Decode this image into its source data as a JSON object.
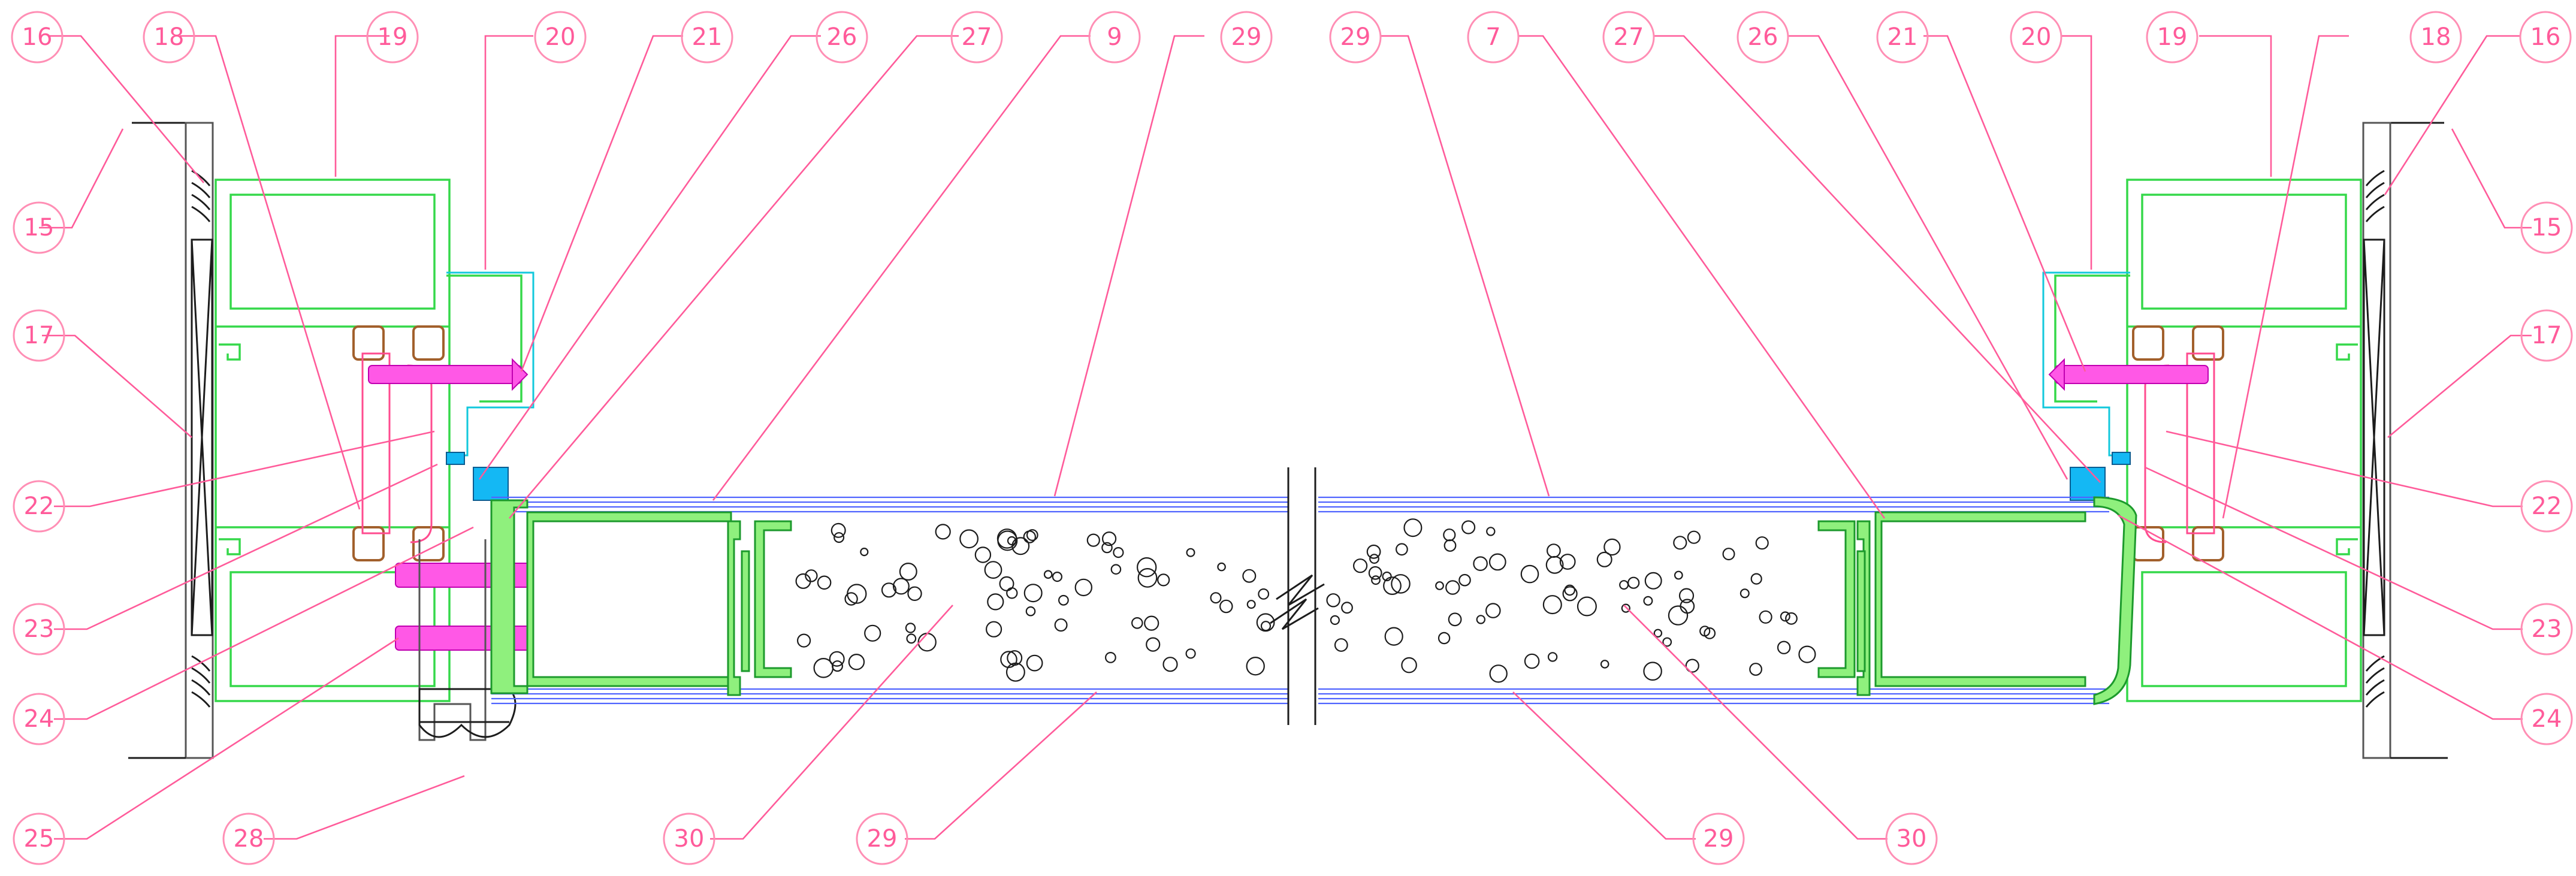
{
  "drawing": {
    "colors": {
      "callout": "#ff5b9a",
      "frame_profile": "#35d84a",
      "door_leaf_edge": "#8ff07d",
      "panel_skin": "#4f63ff",
      "seal": "#12c8dc",
      "screw": "#ff58e6",
      "wall": "#1c1c1c"
    },
    "callouts": [
      {
        "id": "c16l",
        "label": "16"
      },
      {
        "id": "c18l",
        "label": "18"
      },
      {
        "id": "c19l",
        "label": "19"
      },
      {
        "id": "c20l",
        "label": "20"
      },
      {
        "id": "c21l",
        "label": "21"
      },
      {
        "id": "c26l",
        "label": "26"
      },
      {
        "id": "c27l",
        "label": "27"
      },
      {
        "id": "c9",
        "label": "9"
      },
      {
        "id": "c29a",
        "label": "29"
      },
      {
        "id": "c29b",
        "label": "29"
      },
      {
        "id": "c7",
        "label": "7"
      },
      {
        "id": "c27r",
        "label": "27"
      },
      {
        "id": "c26r",
        "label": "26"
      },
      {
        "id": "c21r",
        "label": "21"
      },
      {
        "id": "c20r",
        "label": "20"
      },
      {
        "id": "c19r",
        "label": "19"
      },
      {
        "id": "c18r",
        "label": "18"
      },
      {
        "id": "c16r",
        "label": "16"
      },
      {
        "id": "c15l",
        "label": "15"
      },
      {
        "id": "c15r",
        "label": "15"
      },
      {
        "id": "c17l",
        "label": "17"
      },
      {
        "id": "c17r",
        "label": "17"
      },
      {
        "id": "c22l",
        "label": "22"
      },
      {
        "id": "c22r",
        "label": "22"
      },
      {
        "id": "c23l",
        "label": "23"
      },
      {
        "id": "c23r",
        "label": "23"
      },
      {
        "id": "c24l",
        "label": "24"
      },
      {
        "id": "c24r",
        "label": "24"
      },
      {
        "id": "c25",
        "label": "25"
      },
      {
        "id": "c28",
        "label": "28"
      },
      {
        "id": "c30a",
        "label": "30"
      },
      {
        "id": "c29c",
        "label": "29"
      },
      {
        "id": "c29d",
        "label": "29"
      },
      {
        "id": "c30b",
        "label": "30"
      }
    ]
  }
}
